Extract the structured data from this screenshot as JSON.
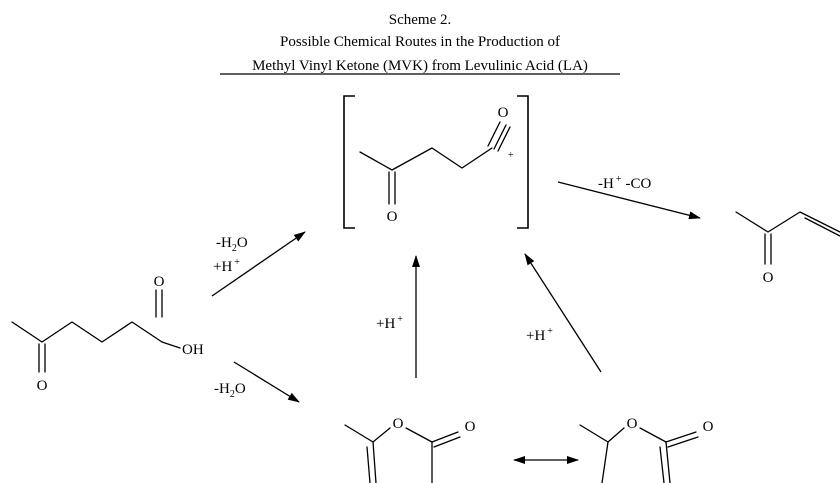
{
  "scheme": {
    "title_line1": "Scheme 2.",
    "title_line2": "Possible Chemical Routes in the Production of",
    "title_line3": "Methyl Vinyl Ketone (MVK) from Levulinic Acid (LA)"
  },
  "atoms": {
    "oxygen": "O",
    "hydroxyl": "OH",
    "cation_charge": "+"
  },
  "conditions": {
    "dehydration_prefix": "-H",
    "dehydration_sub": "2",
    "dehydration_suffix": "O",
    "protonation_text": "+H",
    "protonation_sup": "+",
    "decarbonylation_h": "-H",
    "decarbonylation_sup": "+",
    "decarbonylation_co": "-CO"
  }
}
